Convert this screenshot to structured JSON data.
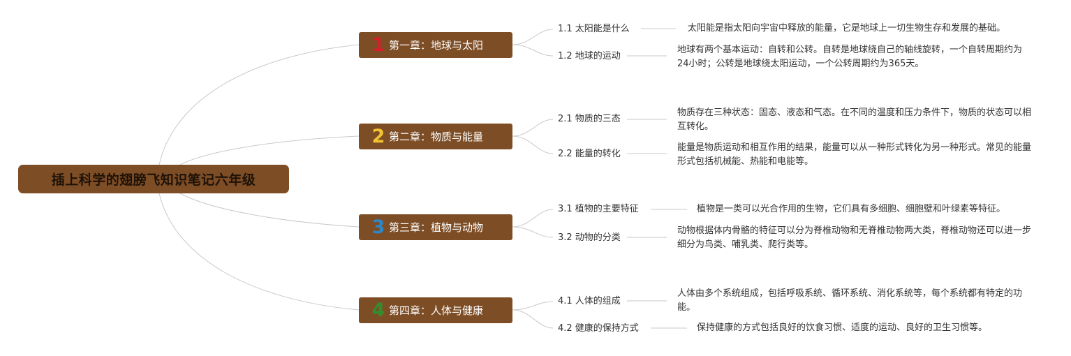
{
  "root": {
    "title": "插上科学的翅膀飞知识笔记六年级"
  },
  "colors": {
    "node_fill": "#7d4d25",
    "connector": "#c9c9c9",
    "num1": "#d4202a",
    "num2": "#f2c230",
    "num3": "#2f86c6",
    "num4": "#2f8f2f"
  },
  "chapters": [
    {
      "num": "1",
      "title": "第一章：地球与太阳",
      "topics": [
        {
          "title": "1.1 太阳能是什么",
          "detail": "太阳能是指太阳向宇宙中释放的能量，它是地球上一切生物生存和发展的基础。"
        },
        {
          "title": "1.2 地球的运动",
          "detail": "地球有两个基本运动：自转和公转。自转是地球绕自己的轴线旋转，一个自转周期约为24小时；公转是地球绕太阳运动，一个公转周期约为365天。"
        }
      ]
    },
    {
      "num": "2",
      "title": "第二章：物质与能量",
      "topics": [
        {
          "title": "2.1 物质的三态",
          "detail": "物质存在三种状态：固态、液态和气态。在不同的温度和压力条件下，物质的状态可以相互转化。"
        },
        {
          "title": "2.2 能量的转化",
          "detail": "能量是物质运动和相互作用的结果，能量可以从一种形式转化为另一种形式。常见的能量形式包括机械能、热能和电能等。"
        }
      ]
    },
    {
      "num": "3",
      "title": "第三章：植物与动物",
      "topics": [
        {
          "title": "3.1 植物的主要特征",
          "detail": "植物是一类可以光合作用的生物，它们具有多细胞、细胞壁和叶绿素等特征。"
        },
        {
          "title": "3.2 动物的分类",
          "detail": "动物根据体内骨骼的特征可以分为脊椎动物和无脊椎动物两大类，脊椎动物还可以进一步细分为鸟类、哺乳类、爬行类等。"
        }
      ]
    },
    {
      "num": "4",
      "title": "第四章：人体与健康",
      "topics": [
        {
          "title": "4.1 人体的组成",
          "detail": "人体由多个系统组成，包括呼吸系统、循环系统、消化系统等，每个系统都有特定的功能。"
        },
        {
          "title": "4.2 健康的保持方式",
          "detail": "保持健康的方式包括良好的饮食习惯、适度的运动、良好的卫生习惯等。"
        }
      ]
    }
  ]
}
